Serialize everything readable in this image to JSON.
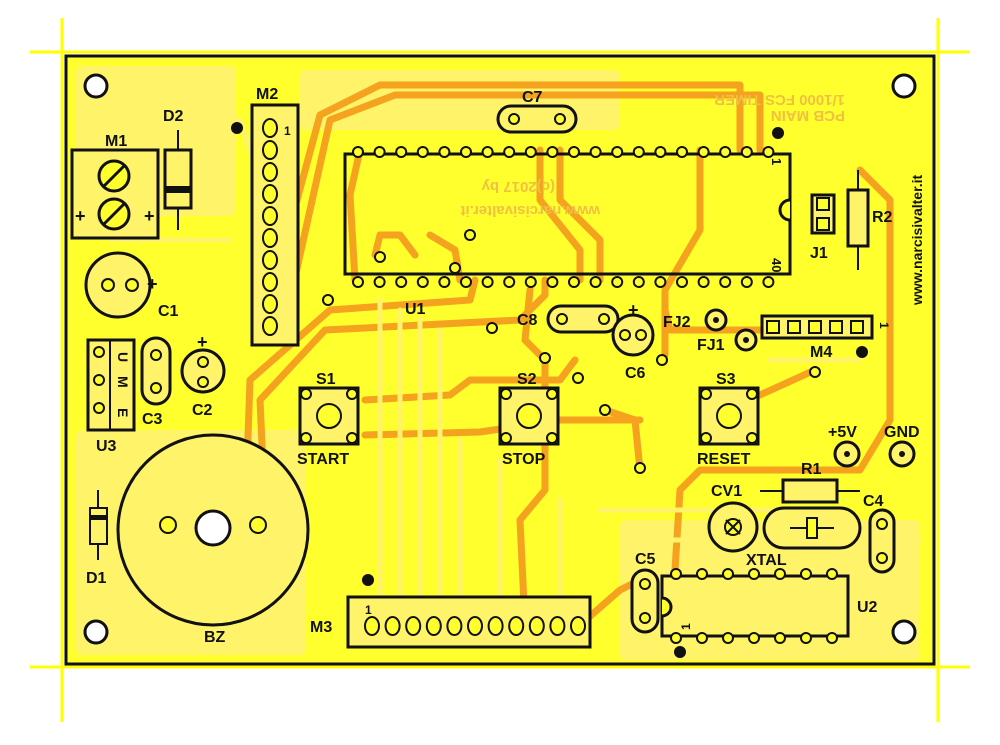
{
  "colors": {
    "board": "#ffff2e",
    "copper_light": "#fff36a",
    "trace": "#f5a21e",
    "silk": "#111111",
    "mirror_text": "#f0c040",
    "registration": "#ffff00"
  },
  "labels": {
    "m1": "M1",
    "d2": "D2",
    "m2": "M2",
    "m2_pin": "1",
    "c7": "C7",
    "c1": "C1",
    "c2": "C2",
    "c3": "C3",
    "u3": "U3",
    "u3_pin_u": "U",
    "u3_pin_m": "M",
    "u3_pin_e": "E",
    "u1": "U1",
    "c8": "C8",
    "c6": "C6",
    "fj2": "FJ2",
    "fj1": "FJ1",
    "m4": "M4",
    "m4_pin": "1",
    "j1": "J1",
    "r2": "R2",
    "u1_pin1": "1",
    "u1_pin40": "40",
    "s1": "S1",
    "s1_name": "START",
    "s2": "S2",
    "s2_name": "STOP",
    "s3": "S3",
    "s3_name": "RESET",
    "plus5v": "+5V",
    "gnd": "GND",
    "d1": "D1",
    "bz": "BZ",
    "cv1": "CV1",
    "r1": "R1",
    "c4": "C4",
    "xtal": "XTAL",
    "c5": "C5",
    "u2": "U2",
    "u2_pin": "1",
    "m3": "M3",
    "m3_pin": "1",
    "m1_plus_a": "+",
    "m1_plus_b": "+",
    "c1_plus": "+",
    "c2_plus": "+",
    "c6_plus": "+",
    "website": "www.narcisivalter.it"
  },
  "mirror_text": {
    "line1": "1/1000 FCS TIMER",
    "line2": "PCB MAIN",
    "line3": "(c)2017 by",
    "line4": "www.narcisivalter.it"
  }
}
